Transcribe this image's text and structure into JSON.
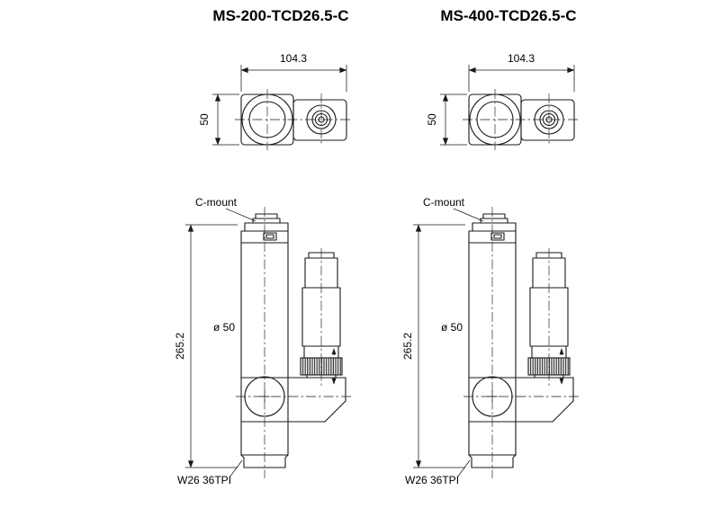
{
  "figures": [
    {
      "id": "ms-200",
      "title": "MS-200-TCD26.5-C",
      "top_view": {
        "width": "104.3",
        "depth": "50"
      },
      "front_view": {
        "height": "265.2",
        "diameter": "ø 50",
        "mount": "C-mount",
        "thread": "W26 36TPI"
      }
    },
    {
      "id": "ms-400",
      "title": "MS-400-TCD26.5-C",
      "top_view": {
        "width": "104.3",
        "depth": "50"
      },
      "front_view": {
        "height": "265.2",
        "diameter": "ø 50",
        "mount": "C-mount",
        "thread": "W26 36TPI"
      }
    }
  ],
  "colors": {
    "line": "#1a1a1a",
    "background": "#ffffff"
  }
}
